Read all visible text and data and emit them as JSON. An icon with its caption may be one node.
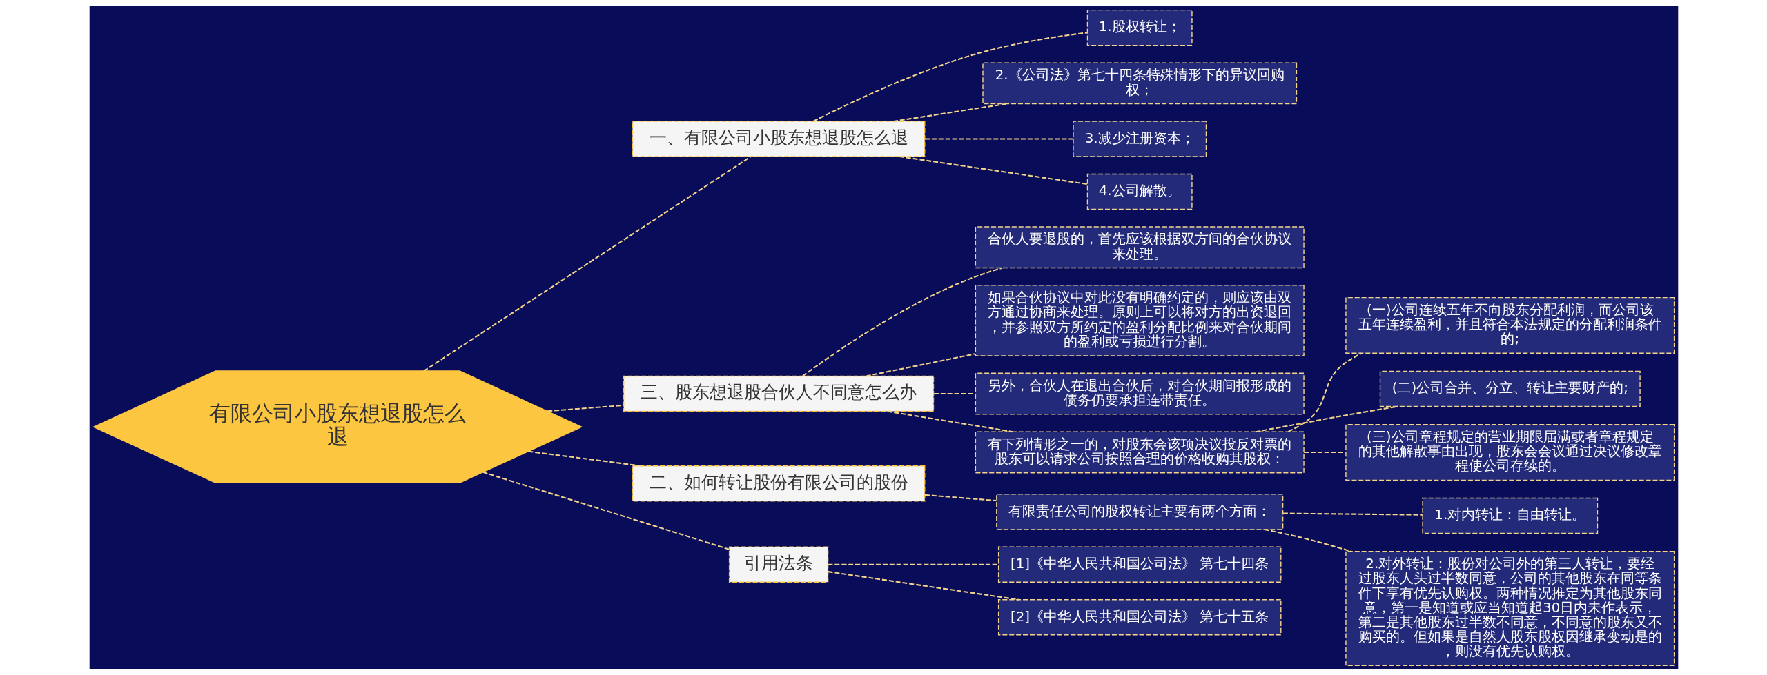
{
  "diagram": {
    "nodes": [
      {
        "text": [
          "有限公司小股东想退股怎么退"
        ]
      },
      {
        "text": [
          "一、有限公司小股东想退股怎么退"
        ]
      },
      {
        "text": [
          "1.股权转让；"
        ]
      },
      {
        "text": [
          "2.《公司法》第七十四条特殊情形下的异议回购权；"
        ]
      },
      {
        "text": [
          "3.减少注册资本；"
        ]
      },
      {
        "text": [
          "4.公司解散。"
        ]
      },
      {
        "text": [
          "三、股东想退股合伙人不同意怎么办"
        ]
      },
      {
        "text": [
          "合伙人要退股的，首先应该根据双方间的合伙协议来处理。"
        ]
      },
      {
        "text": [
          "如果合伙协议中对此没有明确约定的，则应该由双方通过协商来处理。原则上可以将对方的出资退回，并参照双方所约定的盈利分配比例来对合伙期间的盈利或亏损进行分割。"
        ]
      },
      {
        "text": [
          "另外，合伙人在退出合伙后，对合伙期间报形成的债务仍要承担连带责任。"
        ]
      },
      {
        "text": [
          "有下列情形之一的，对股东会该项决议投反对票的股东可以请求公司按照合理的价格收购其股权："
        ]
      },
      {
        "text": [
          "(一)公司连续五年不向股东分配利润，而公司该五年连续盈利，并且符合本法规定的分配利润条件的;"
        ]
      },
      {
        "text": [
          "(二)公司合并、分立、转让主要财产的;"
        ]
      },
      {
        "text": [
          "(三)公司章程规定的营业期限届满或者章程规定的其他解散事由出现，股东会会议通过决议修改章程使公司存续的。"
        ]
      },
      {
        "text": [
          "二、如何转让股份有限公司的股份"
        ]
      },
      {
        "text": [
          "有限责任公司的股权转让主要有两个方面："
        ]
      },
      {
        "text": [
          "1.对内转让：自由转让。"
        ]
      },
      {
        "text": [
          "2.对外转让：股份对公司外的第三人转让，要经过股东人头过半数同意，公司的其他股东在同等条件下享有优先认购权。两种情况推定为其他股东同意，第一是知道或应当知道起30日内未作表示，第二是其他股东过半数不同意，不同意的股东又不购买的。但如果是自然人股东股权因继承变动是的，则没有优先认购权。"
        ]
      },
      {
        "text": [
          "引用法条"
        ]
      },
      {
        "text": [
          "[1]《中华人民共和国公司法》 第七十四条"
        ]
      },
      {
        "text": [
          "[2]《中华人民共和国公司法》 第七十五条"
        ]
      }
    ],
    "edges": [
      {
        "from": 0,
        "to": 1,
        "arrow": "none"
      },
      {
        "from": 1,
        "to": 2,
        "arrow": "none"
      },
      {
        "from": 1,
        "to": 3,
        "arrow": "none"
      },
      {
        "from": 1,
        "to": 4,
        "arrow": "none"
      },
      {
        "from": 1,
        "to": 5,
        "arrow": "none"
      },
      {
        "from": 0,
        "to": 6,
        "arrow": "none"
      },
      {
        "from": 6,
        "to": 7,
        "arrow": "none"
      },
      {
        "from": 6,
        "to": 8,
        "arrow": "none"
      },
      {
        "from": 6,
        "to": 9,
        "arrow": "none"
      },
      {
        "from": 6,
        "to": 10,
        "arrow": "none"
      },
      {
        "from": 10,
        "to": 11,
        "arrow": "none"
      },
      {
        "from": 10,
        "to": 12,
        "arrow": "none"
      },
      {
        "from": 10,
        "to": 13,
        "arrow": "none"
      },
      {
        "from": 0,
        "to": 14,
        "arrow": "none"
      },
      {
        "from": 14,
        "to": 15,
        "arrow": "none"
      },
      {
        "from": 15,
        "to": 16,
        "arrow": "none"
      },
      {
        "from": 15,
        "to": 17,
        "arrow": "none"
      },
      {
        "from": 0,
        "to": 18,
        "arrow": "none"
      },
      {
        "from": 18,
        "to": 19,
        "arrow": "none"
      },
      {
        "from": 18,
        "to": 20,
        "arrow": "none"
      }
    ]
  }
}
